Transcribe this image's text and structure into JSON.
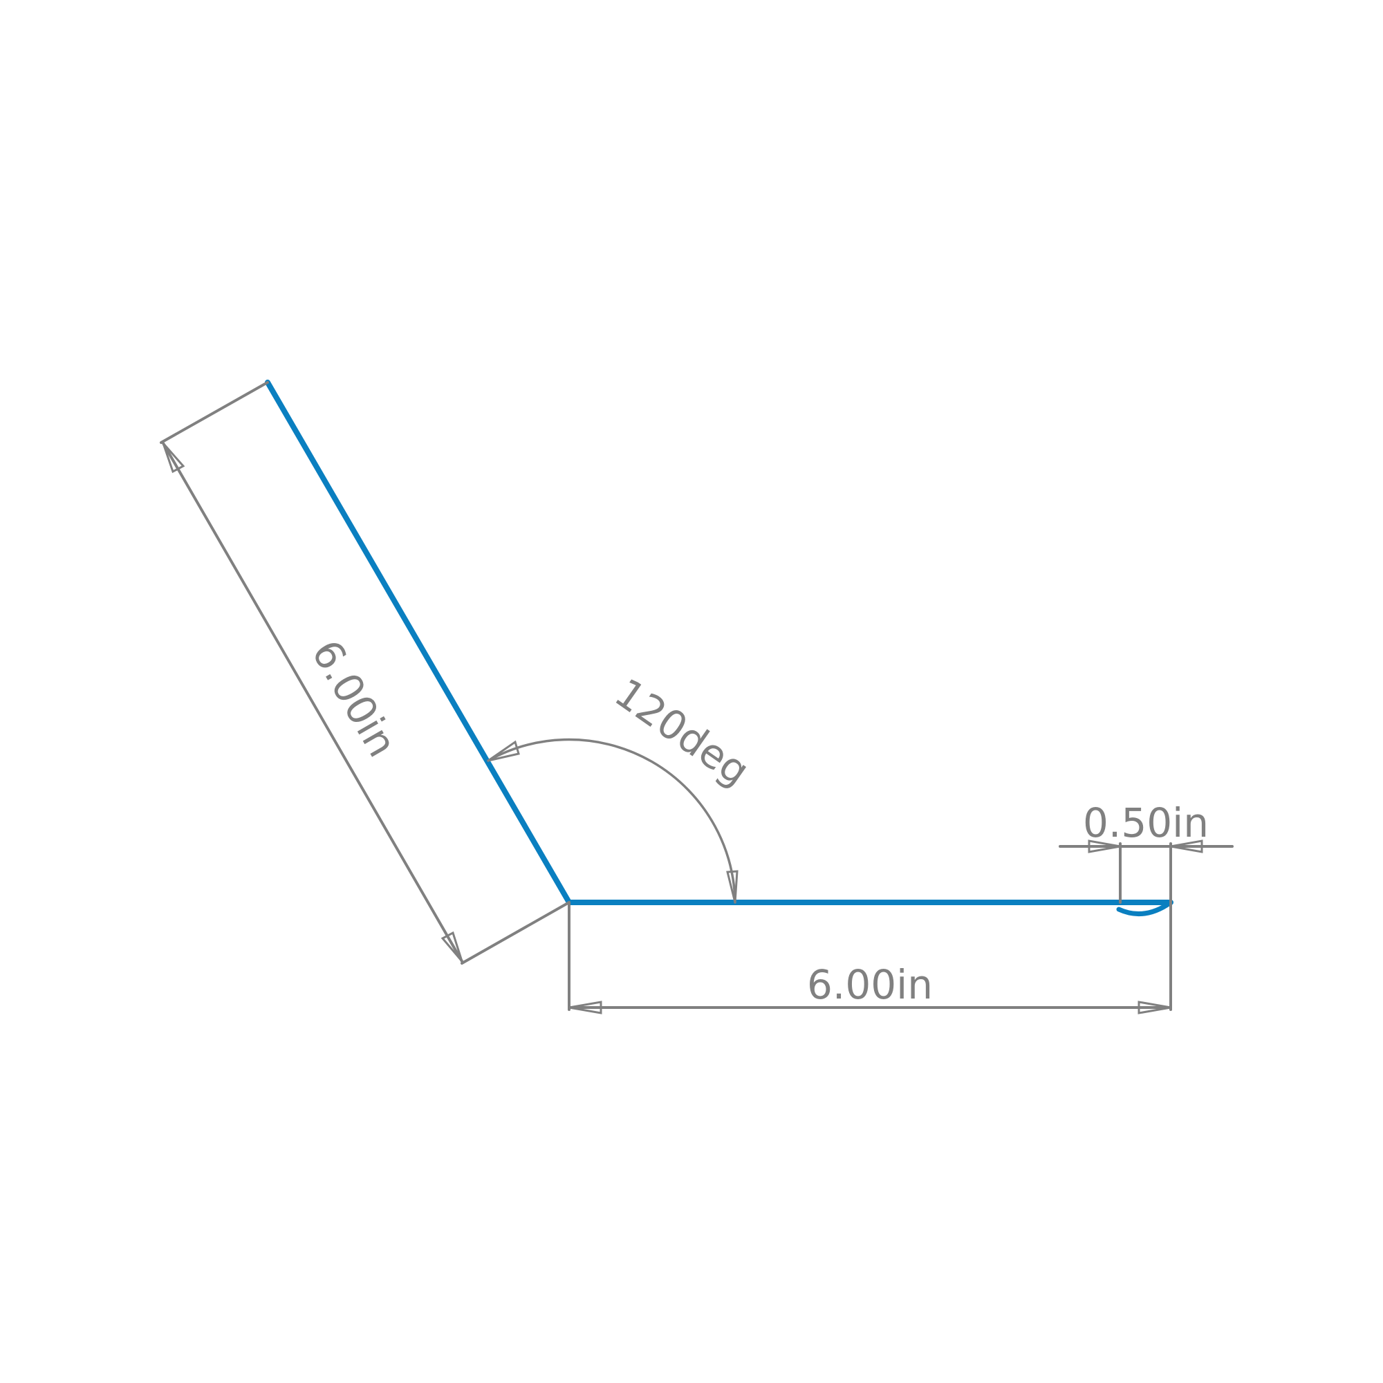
{
  "colors": {
    "part": "#0a7fc0",
    "dimension": "#808080",
    "background": "#ffffff"
  },
  "dimensions": {
    "bottom_length": "6.00in",
    "slanted_length": "6.00in",
    "angle": "120deg",
    "hem_length": "0.50in"
  }
}
